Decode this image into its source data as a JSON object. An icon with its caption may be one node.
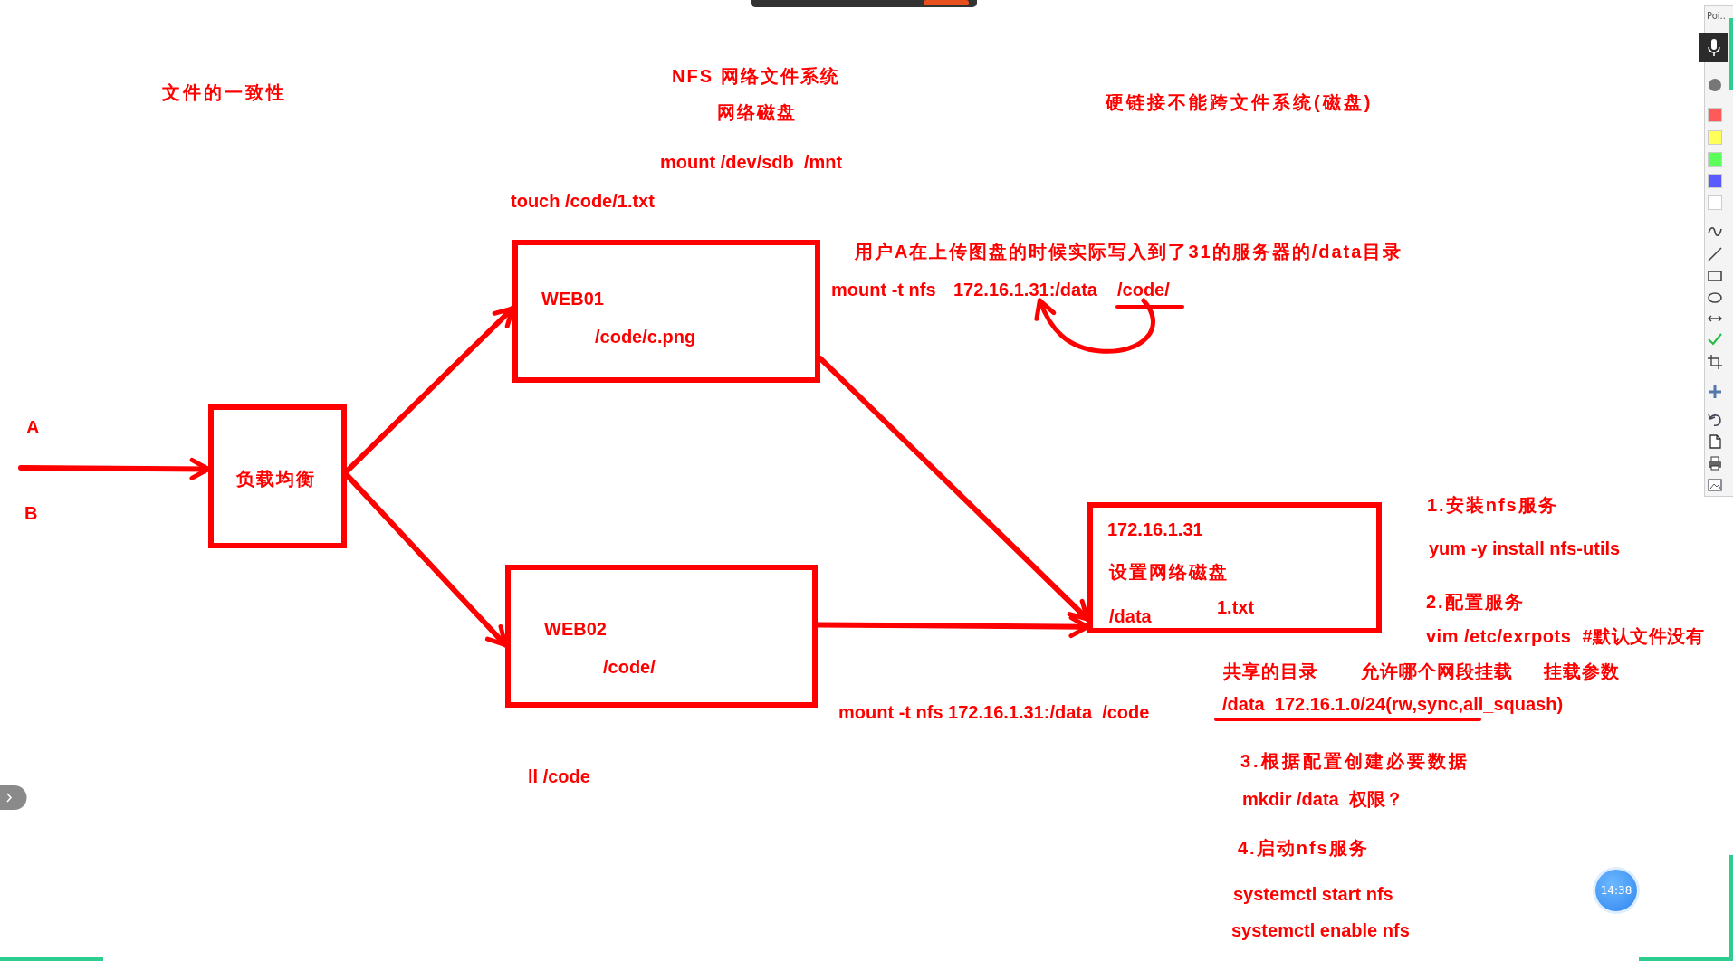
{
  "diagram": {
    "nodes": [
      {
        "text": [
          "负载均衡"
        ]
      },
      {
        "text": [
          "WEB01",
          "/code/c.png"
        ]
      },
      {
        "text": [
          "WEB02",
          "/code/"
        ]
      },
      {
        "text": [
          "172.16.1.31",
          "设置网络磁盘",
          "/data",
          "1.txt"
        ]
      },
      {
        "text": [
          "172.16.1.31:/data"
        ]
      },
      {
        "text": [
          "/code/"
        ]
      }
    ],
    "edges": [
      {
        "from": null,
        "to": 0,
        "arrow": "to"
      },
      {
        "from": 0,
        "to": 1,
        "arrow": "to"
      },
      {
        "from": 0,
        "to": 2,
        "arrow": "to"
      },
      {
        "from": 1,
        "to": 3,
        "arrow": "to"
      },
      {
        "from": 2,
        "to": 3,
        "arrow": "to"
      },
      {
        "from": 5,
        "to": 4,
        "arrow": "to"
      }
    ],
    "labels": [
      "文件的一致性",
      "NFS 网络文件系统",
      "网络磁盘",
      "硬链接不能跨文件系统(磁盘)",
      "mount /dev/sdb  /mnt",
      "touch /code/1.txt",
      "用户A在上传图盘的时候实际写入到了31的服务器的/data目录",
      "mount -t nfs",
      "A",
      "B",
      "1.安装nfs服务",
      "yum -y install nfs-utils",
      "2.配置服务",
      "vim /etc/exrpots  #默认文件没有",
      "共享的目录",
      "允许哪个网段挂载",
      "挂载参数",
      "mount -t nfs 172.16.1.31:/data  /code",
      "/data  172.16.1.0/24(rw,sync,all_squash)",
      "ll /code",
      "3.根据配置创建必要数据",
      "mkdir /data  权限？",
      "4.启动nfs服务",
      "systemctl start nfs",
      "systemctl enable nfs",
      "14:38",
      "Poi.."
    ]
  }
}
